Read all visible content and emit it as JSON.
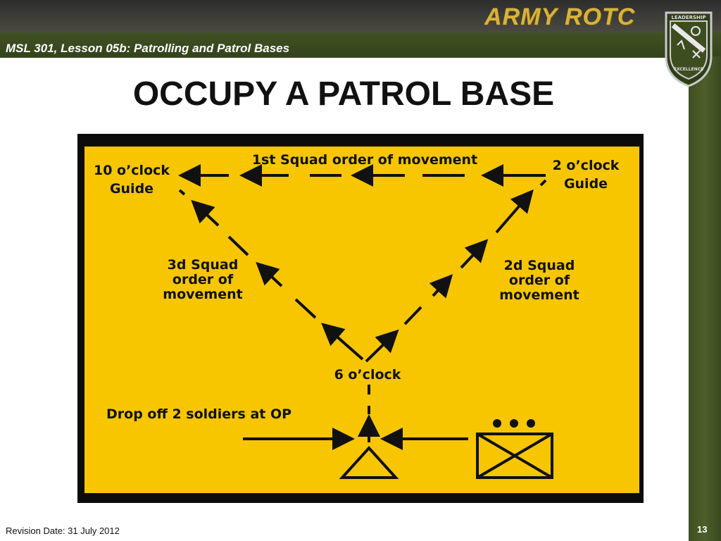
{
  "header": {
    "brand": "ARMY ROTC",
    "lesson_title": "MSL 301, Lesson 05b: Patrolling and Patrol Bases",
    "emblem_top": "LEADERSHIP",
    "emblem_bottom": "EXCELLENCE"
  },
  "slide": {
    "title": "OCCUPY A PATROL BASE"
  },
  "diagram": {
    "background_color": "#f7c600",
    "frame_color": "#0c0c0c",
    "labels": {
      "ten_oclock_line1": "10 o’clock",
      "ten_oclock_line2": "Guide",
      "two_oclock_line1": "2 o’clock",
      "two_oclock_line2": "Guide",
      "first_squad": "1st Squad order of movement",
      "third_squad_line1": "3d Squad",
      "third_squad_line2": "order of",
      "third_squad_line3": "movement",
      "second_squad_line1": "2d Squad",
      "second_squad_line2": "order of",
      "second_squad_line3": "movement",
      "six_oclock": "6 o’clock",
      "drop_off": "Drop off 2 soldiers at OP"
    },
    "symbols": [
      "op-triangle",
      "infantry-unit-box"
    ]
  },
  "footer": {
    "revision_date": "Revision Date: 31 July 2012",
    "page_number": "13"
  }
}
